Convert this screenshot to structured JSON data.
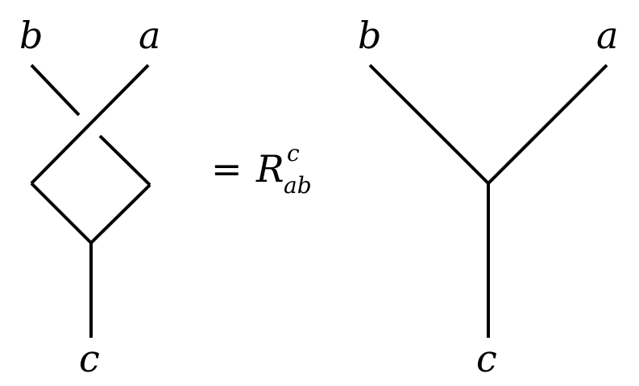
{
  "left_diagram": {
    "label_top_left": "b",
    "label_top_right": "a",
    "label_bottom": "c"
  },
  "equation": {
    "equals": "=",
    "symbol": "R",
    "superscript": "c",
    "subscript": "ab"
  },
  "right_diagram": {
    "label_top_left": "b",
    "label_top_right": "a",
    "label_bottom": "c"
  }
}
